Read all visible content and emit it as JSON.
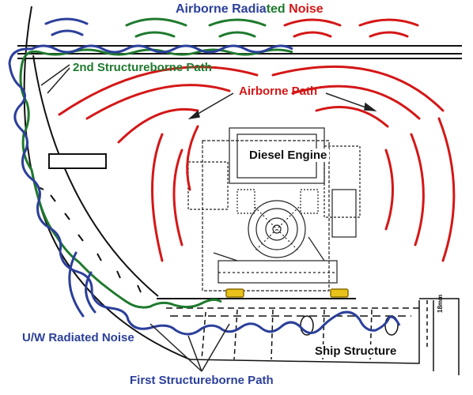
{
  "title": {
    "part1": "Airborne Radia",
    "part2": "ted",
    "part3": " Noise"
  },
  "labels": {
    "second_path": "2nd Structureborne Path",
    "airborne_path": "Airborne Path",
    "engine": "Diesel Engine",
    "uw_noise": "U/W Radiated Noise",
    "ship_structure": "Ship Structure",
    "first_path": "First Structureborne Path",
    "side_mark": "18mm"
  },
  "colors": {
    "blue": "#2b3f9a",
    "green": "#1f7a2e",
    "red": "#d41717",
    "yellow": "#e8c21a",
    "black": "#111111"
  }
}
